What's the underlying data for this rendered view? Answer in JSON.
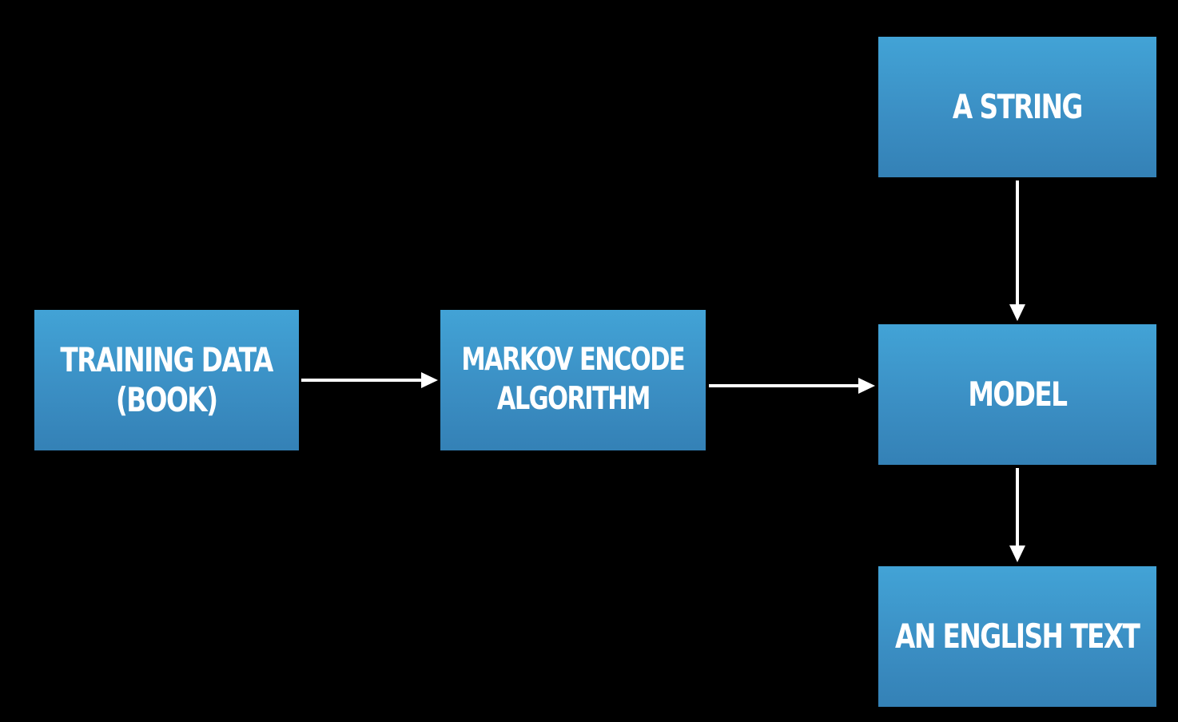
{
  "diagram": {
    "nodes": {
      "training_data": {
        "lines": [
          "TRAINING DATA",
          "(BOOK)"
        ]
      },
      "markov_encode": {
        "lines": [
          "MARKOV ENCODE",
          "ALGORITHM"
        ]
      },
      "a_string": {
        "lines": [
          "A STRING"
        ]
      },
      "model": {
        "lines": [
          "MODEL"
        ]
      },
      "english_text": {
        "lines": [
          "AN ENGLISH TEXT"
        ]
      }
    },
    "edges": [
      {
        "from": "training_data",
        "to": "markov_encode"
      },
      {
        "from": "markov_encode",
        "to": "model"
      },
      {
        "from": "a_string",
        "to": "model"
      },
      {
        "from": "model",
        "to": "english_text"
      }
    ],
    "colors": {
      "background": "#000000",
      "box_top": "#42a3d6",
      "box_bottom": "#3481b6",
      "text": "#ffffff",
      "arrow": "#ffffff"
    }
  }
}
